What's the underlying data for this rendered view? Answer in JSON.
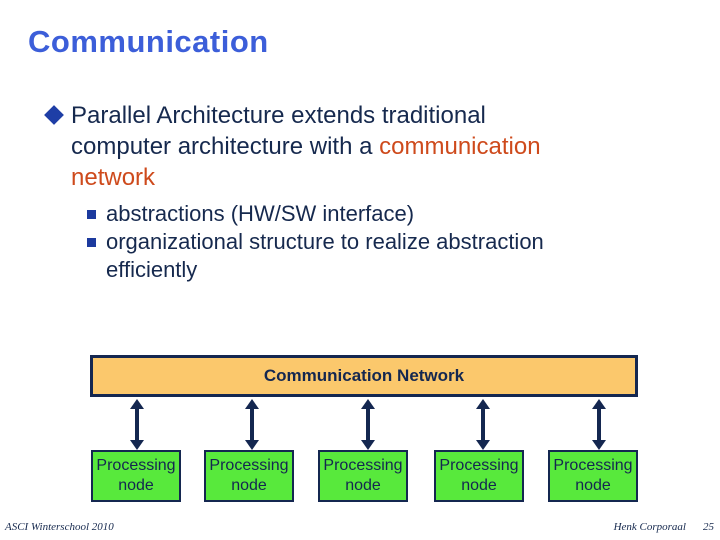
{
  "slide": {
    "title": "Communication",
    "bullet": {
      "text": "Parallel Architecture extends traditional computer architecture with a ",
      "accent": "communication network"
    },
    "sub_bullets": [
      "abstractions (HW/SW interface)",
      "organizational structure to realize abstraction efficiently"
    ],
    "diagram": {
      "network_label": "Communication Network",
      "nodes": [
        {
          "label": "Processing node"
        },
        {
          "label": "Processing node"
        },
        {
          "label": "Processing node"
        },
        {
          "label": "Processing node"
        },
        {
          "label": "Processing node"
        }
      ],
      "arrow_style": "bidirectional-vertical",
      "arrow_count": 5
    },
    "footer": {
      "event": "ASCI Winterschool 2010",
      "author": "Henk Corporaal",
      "page": "25"
    },
    "colors": {
      "title_blue": "#3C5ED9",
      "body_navy": "#16294E",
      "accent_orange": "#CE4A1C",
      "diamond_blue": "#1E3EA6",
      "square_blue": "#1C3A9E",
      "network_fill": "#FBC86C",
      "node_green": "#58E93C",
      "outline_navy": "#142750"
    }
  }
}
